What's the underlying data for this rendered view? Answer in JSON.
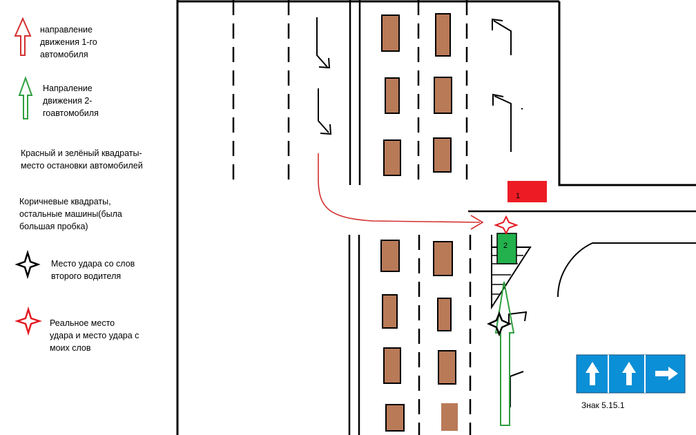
{
  "legend": {
    "red_arrow": "направление\nдвижения 1-го\nавтомобиля",
    "green_arrow": "Напраление\nдвижения 2-\nгоавтомобиля",
    "squares": "Красный и зелёный квадраты-\nместо остановки автомобилей",
    "brown": "Коричневые квадраты,\nостальные машины(была\nбольшая пробка)",
    "black_star": "Место удара со слов\nвторого водителя",
    "red_star": "Реальное место\nудара и место удара с\nмоих слов"
  },
  "cars": {
    "car1_label": "1",
    "car2_label": "2"
  },
  "sign": {
    "caption": "Знак 5.15.1",
    "arrows": [
      "up",
      "up",
      "right"
    ]
  },
  "colors": {
    "car1": "#ed1c24",
    "car2": "#22b14c",
    "traffic": "#b97a57",
    "red_arrow": "#d32f2f",
    "green_arrow": "#2e9e3e",
    "sign_blue": "#0b8fd6"
  }
}
